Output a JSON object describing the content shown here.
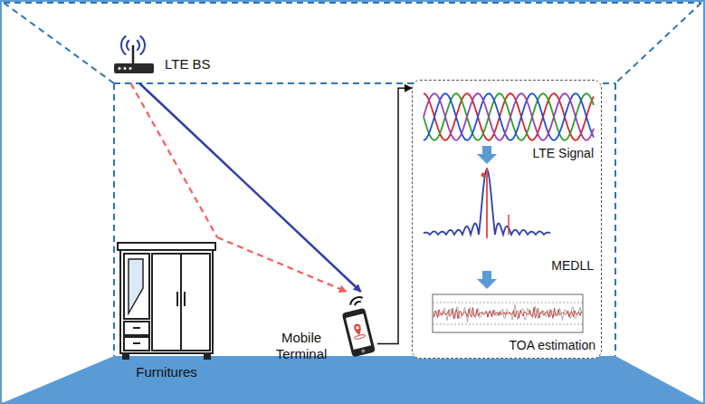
{
  "diagram": {
    "nodes": [
      {
        "text": [
          "LTE BS"
        ]
      },
      {
        "text": [
          "Furnitures"
        ]
      },
      {
        "text": [
          "Mobile Terminal"
        ]
      },
      {
        "text": [
          "LTE Signal",
          "MEDLL",
          "TOA estimation"
        ]
      }
    ],
    "edges": [
      {
        "from": 0,
        "to": 2,
        "arrow": "to"
      },
      {
        "from": 0,
        "to": 1,
        "arrow": "none"
      },
      {
        "from": 1,
        "to": 2,
        "arrow": "to"
      },
      {
        "from": 2,
        "to": 3,
        "arrow": "to"
      }
    ]
  }
}
